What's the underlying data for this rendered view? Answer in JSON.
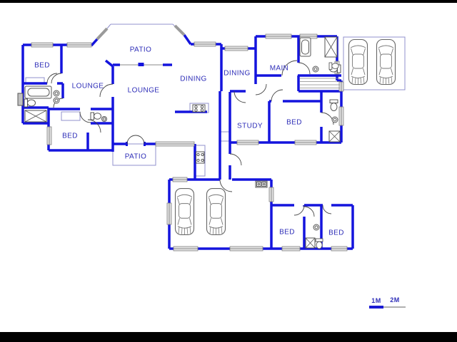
{
  "rooms": {
    "bed1": "BED",
    "lounge1": "LOUNGE",
    "patio1": "PATIO",
    "lounge2": "LOUNGE",
    "dining1": "DINING",
    "dining2": "DINING",
    "main": "MAIN",
    "study": "STUDY",
    "bed2": "BED",
    "bed3": "BED",
    "patio2": "PATIO",
    "bed4": "BED",
    "bed5": "BED"
  },
  "scale_bar": {
    "label_1m": "1M",
    "label_2m": "2M"
  },
  "colors": {
    "wall_blue": "#1414dd",
    "label_blue": "#2e2eb8",
    "window_gray": "#8a8a8a",
    "thin_outline_blue": "#9090cc",
    "scale_blue": "#1b1bd4",
    "scale_gray": "#b0b0b0"
  }
}
